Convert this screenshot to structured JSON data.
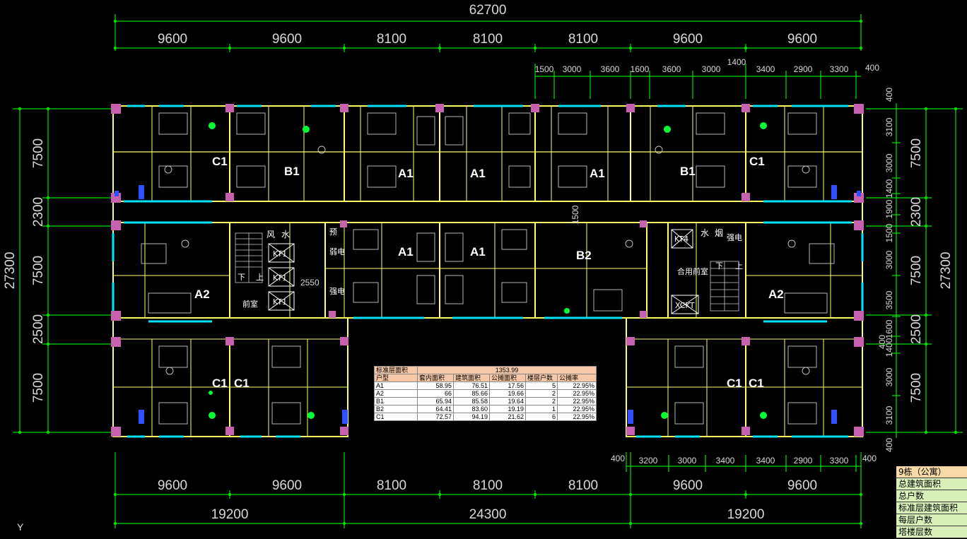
{
  "dims_top": {
    "overall": "62700",
    "bays": [
      "9600",
      "9600",
      "8100",
      "8100",
      "8100",
      "9600",
      "9600"
    ],
    "sub": [
      "1500",
      "3000",
      "3600",
      "1600",
      "3600",
      "3000",
      "3400",
      "2900",
      "3300"
    ],
    "sub_1400": "1400",
    "edge_400": "400"
  },
  "dims_bottom": {
    "sub": [
      "3200",
      "3000",
      "3400",
      "3400",
      "2900",
      "3300"
    ],
    "edge_400_left": "400",
    "edge_400_right": "400",
    "bays": [
      "9600",
      "9600",
      "8100",
      "8100",
      "8100",
      "9600",
      "9600"
    ],
    "groups": [
      "19200",
      "24300",
      "19200"
    ]
  },
  "dims_left": {
    "overall": "27300",
    "rows": [
      "7500",
      "2300",
      "7500",
      "2500",
      "7500"
    ]
  },
  "dims_right": {
    "overall": "27300",
    "rows": [
      "7500",
      "2300",
      "7500",
      "2500",
      "7500"
    ],
    "sub": [
      "400",
      "3100",
      "3000",
      "1400",
      "1900",
      "1500",
      "3000",
      "3500",
      "1600",
      "1400",
      "3000",
      "3100",
      "400"
    ],
    "small_400": "400"
  },
  "unit_labels": {
    "c1_tl": "C1",
    "b1_l": "B1",
    "a1_1": "A1",
    "a1_2": "A1",
    "a1_3": "A1",
    "b1_r": "B1",
    "c1_tr": "C1",
    "a2_l": "A2",
    "a1_4": "A1",
    "a1_5": "A1",
    "b2": "B2",
    "a2_r": "A2",
    "c1_bl1": "C1",
    "c1_bl2": "C1",
    "c1_br1": "C1",
    "c1_br2": "C1"
  },
  "core_left": {
    "feng": "风",
    "shui": "水",
    "kt1": "KT1",
    "kt2": "KT1",
    "kt3": "KT1",
    "xia": "下",
    "shang": "上",
    "qianshi": "前室",
    "ruodian": "弱电",
    "qiangdian": "强电",
    "jian": "预",
    "dim_2550": "2550",
    "dim_1500": "1500"
  },
  "core_right": {
    "kt4": "KT4",
    "shui": "水",
    "yan": "烟",
    "qiangdian": "强电",
    "heyong": "合用前室",
    "xckt": "XCKT",
    "xia": "下",
    "shang": "上"
  },
  "area_table": {
    "header_label": "标准层面积",
    "header_value": "1353.99",
    "columns": [
      "户型",
      "套内面积",
      "建筑面积",
      "公摊面积",
      "楼层户数",
      "公摊率"
    ],
    "rows": [
      [
        "A1",
        "58.95",
        "76.51",
        "17.56",
        "5",
        "22.95%"
      ],
      [
        "A2",
        "66",
        "85.66",
        "19.66",
        "2",
        "22.95%"
      ],
      [
        "B1",
        "65.94",
        "85.58",
        "19.64",
        "2",
        "22.95%"
      ],
      [
        "B2",
        "64.41",
        "83.60",
        "19.19",
        "1",
        "22.95%"
      ],
      [
        "C1",
        "72.57",
        "94.19",
        "21.62",
        "6",
        "22.95%"
      ]
    ]
  },
  "summary": {
    "title": "9栋（公寓）",
    "items": [
      "总建筑面积",
      "总户数",
      "标准层建筑面积",
      "每层户数",
      "塔楼层数"
    ]
  },
  "axis_label": "Y",
  "colors": {
    "background": "#000000",
    "dimension_lines": "#00ff00",
    "walls": "#ffff66",
    "windows": "#00e5ff",
    "columns": "#c860b0",
    "furniture": "#cfcfcf",
    "text": "#ffffff"
  }
}
